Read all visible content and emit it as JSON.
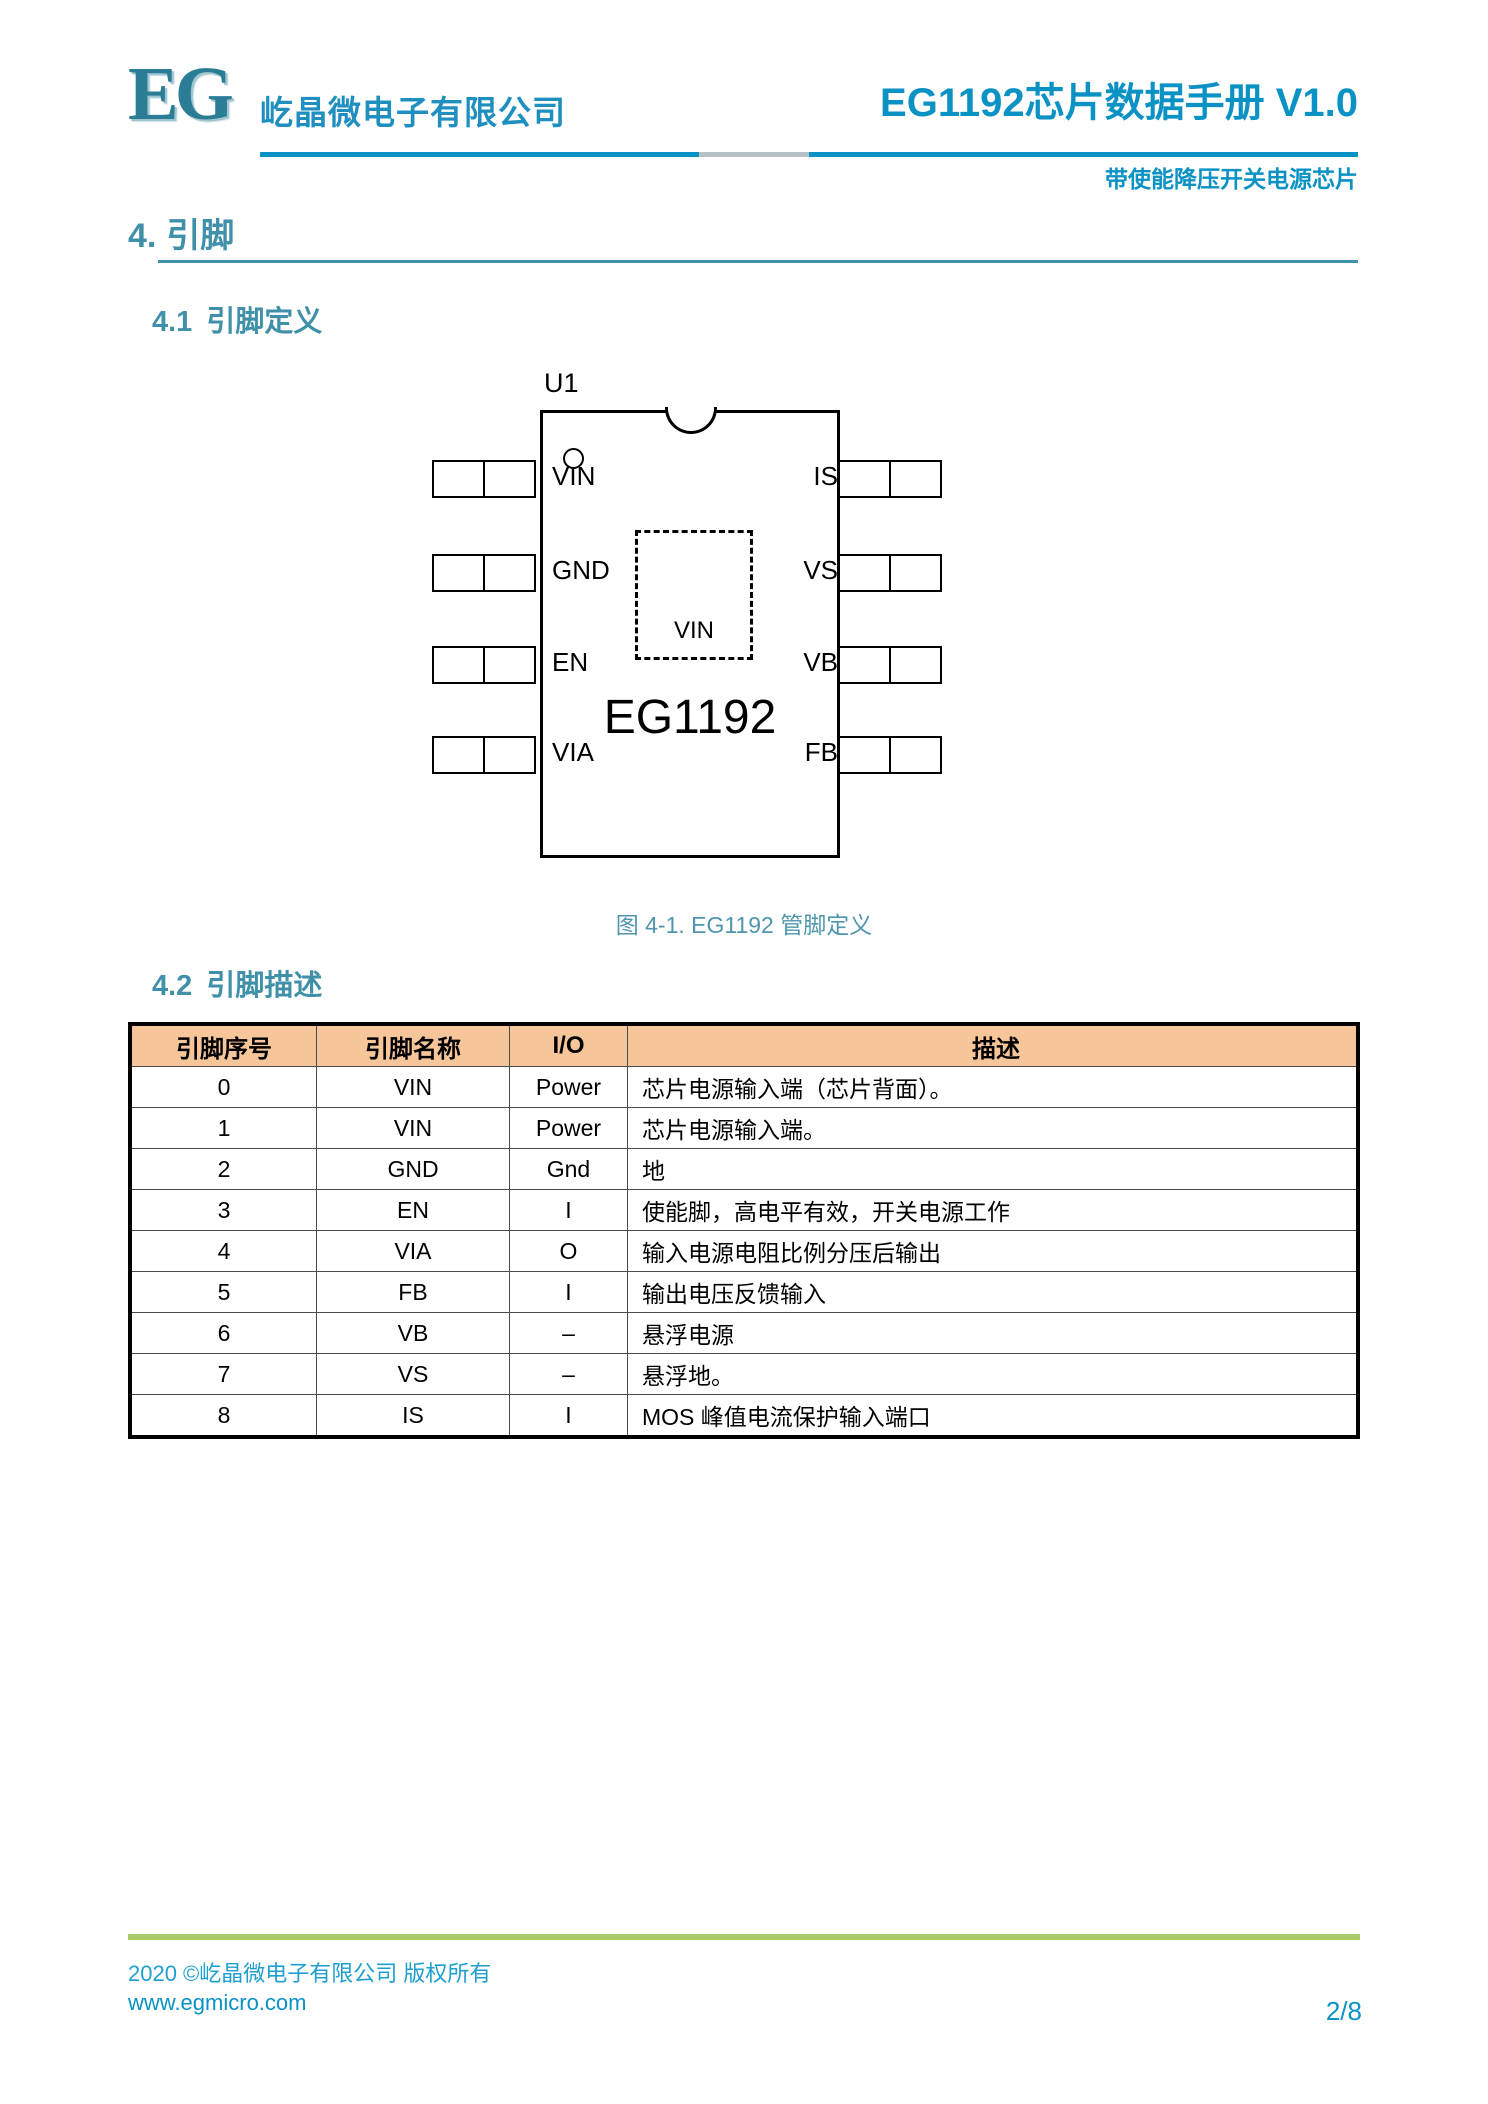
{
  "header": {
    "logo_mark": "EG",
    "company": "屹晶微电子有限公司",
    "doc_title": "EG1192芯片数据手册 V1.0",
    "doc_subtitle": "带使能降压开关电源芯片"
  },
  "sections": {
    "h1_number": "4.",
    "h1_title": "引脚",
    "h2_pindef_number": "4.1",
    "h2_pindef_title": "引脚定义",
    "h2_pindesc_number": "4.2",
    "h2_pindesc_title": "引脚描述"
  },
  "diagram": {
    "reference_designator": "U1",
    "chip_name": "EG1192",
    "thermal_pad_label": "VIN",
    "left_pins": [
      "VIN",
      "GND",
      "EN",
      "VIA"
    ],
    "right_pins": [
      "IS",
      "VS",
      "VB",
      "FB"
    ],
    "caption": "图 4-1. EG1192 管脚定义"
  },
  "table": {
    "headers": [
      "引脚序号",
      "引脚名称",
      "I/O",
      "描述"
    ],
    "rows": [
      {
        "index": "0",
        "name": "VIN",
        "io": "Power",
        "desc": "芯片电源输入端（芯片背面）。"
      },
      {
        "index": "1",
        "name": "VIN",
        "io": "Power",
        "desc": "芯片电源输入端。"
      },
      {
        "index": "2",
        "name": "GND",
        "io": "Gnd",
        "desc": "地"
      },
      {
        "index": "3",
        "name": "EN",
        "io": "I",
        "desc": "使能脚，高电平有效，开关电源工作"
      },
      {
        "index": "4",
        "name": "VIA",
        "io": "O",
        "desc": "输入电源电阻比例分压后输出"
      },
      {
        "index": "5",
        "name": "FB",
        "io": "I",
        "desc": "输出电压反馈输入"
      },
      {
        "index": "6",
        "name": "VB",
        "io": "–",
        "desc": "悬浮电源"
      },
      {
        "index": "7",
        "name": "VS",
        "io": "–",
        "desc": "悬浮地。"
      },
      {
        "index": "8",
        "name": "IS",
        "io": "I",
        "desc": "MOS 峰值电流保护输入端口"
      }
    ]
  },
  "footer": {
    "copyright": "2020 ©屹晶微电子有限公司  版权所有",
    "url": "www.egmicro.com",
    "page_number": "2/8"
  },
  "colors": {
    "brand_cyan": "#0a92c4",
    "heading_teal": "#3f90a8",
    "table_header_bg": "#f7c59a",
    "footer_green": "#a8ca69"
  }
}
